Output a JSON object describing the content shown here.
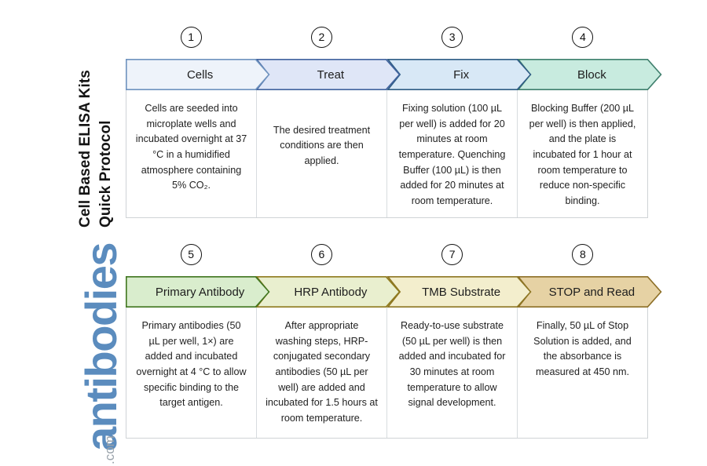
{
  "title": {
    "line1": "Cell Based ELISA Kits",
    "line2": "Quick Protocol"
  },
  "logo": {
    "word": "antibodies",
    "tld": ".com"
  },
  "rows": [
    {
      "name": "row-1",
      "steps": [
        {
          "number": "1",
          "label": "Cells",
          "fill": "#eef3fa",
          "stroke": "#6f93bf",
          "text": "Cells are seeded into microplate wells and incubated overnight at 37 °C in a humidified atmosphere containing 5% CO₂."
        },
        {
          "number": "2",
          "label": "Treat",
          "fill": "#dfe6f7",
          "stroke": "#41639e",
          "text": "The desired treatment conditions are then applied."
        },
        {
          "number": "3",
          "label": "Fix",
          "fill": "#d8e8f6",
          "stroke": "#2f5d85",
          "text": "Fixing solution (100 µL per well) is added for 20 minutes at room temperature. Quenching Buffer (100 µL) is then added for 20 minutes at room temperature."
        },
        {
          "number": "4",
          "label": "Block",
          "fill": "#c8ebdf",
          "stroke": "#3f7f6d",
          "text": "Blocking Buffer (200 µL per well) is then applied, and the plate is incubated for 1 hour at room temperature to reduce non-specific binding."
        }
      ]
    },
    {
      "name": "row-2",
      "steps": [
        {
          "number": "5",
          "label": "Primary Antibody",
          "fill": "#d9edcd",
          "stroke": "#40761f",
          "text": "Primary antibodies (50 µL per well, 1×) are added and incubated overnight at 4 °C to allow specific binding to the target antigen."
        },
        {
          "number": "6",
          "label": "HRP Antibody",
          "fill": "#e9efcf",
          "stroke": "#8f7a1e",
          "text": "After appropriate washing steps, HRP-conjugated secondary antibodies (50 µL per well) are added and incubated for 1.5 hours at room temperature."
        },
        {
          "number": "7",
          "label": "TMB Substrate",
          "fill": "#f3eecd",
          "stroke": "#8d7623",
          "text": "Ready-to-use substrate (50 µL per well) is then added and incubated for 30 minutes at room temperature to allow signal development."
        },
        {
          "number": "8",
          "label": "STOP and Read",
          "fill": "#e6d2a4",
          "stroke": "#8d6f27",
          "text": "Finally, 50 µL of Stop Solution is added, and the absorbance is measured at 450 nm."
        }
      ]
    }
  ]
}
